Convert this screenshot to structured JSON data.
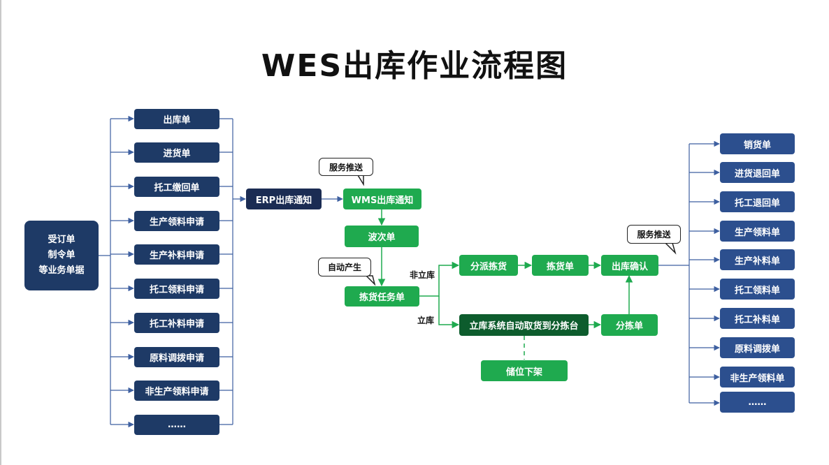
{
  "title": "WES出库作业流程图",
  "source": {
    "lines": [
      "受订单",
      "制令单",
      "等业务单据"
    ]
  },
  "left_docs": [
    "出库单",
    "进货单",
    "托工缴回单",
    "生产领料申请",
    "生产补料申请",
    "托工领料申请",
    "托工补料申请",
    "原料调拨申请",
    "非生产领料申请",
    "……"
  ],
  "erp_notice": "ERP出库通知",
  "wms_notice": "WMS出库通知",
  "wave": "波次单",
  "pick_task": "拣货任务单",
  "dispatch": "分派拣货",
  "pick_list": "拣货单",
  "out_confirm": "出库确认",
  "auto_fetch": "立库系统自动取货到分拣台",
  "sorting": "分拣单",
  "shelf_down": "储位下架",
  "callouts": {
    "service_push_1": "服务推送",
    "auto_gen": "自动产生",
    "service_push_2": "服务推送"
  },
  "branch_labels": {
    "non_warehouse": "非立库",
    "warehouse": "立库"
  },
  "right_docs": [
    "销货单",
    "进货退回单",
    "托工退回单",
    "生产领料单",
    "生产补料单",
    "托工领料单",
    "托工补料单",
    "原料调拨单",
    "非生产领料单",
    "……"
  ],
  "colors": {
    "navy": "#1e3a66",
    "blue": "#2c4f8e",
    "green": "#1faa4f",
    "dark_green": "#0d5c2d",
    "line_blue": "#3d5fa0"
  }
}
